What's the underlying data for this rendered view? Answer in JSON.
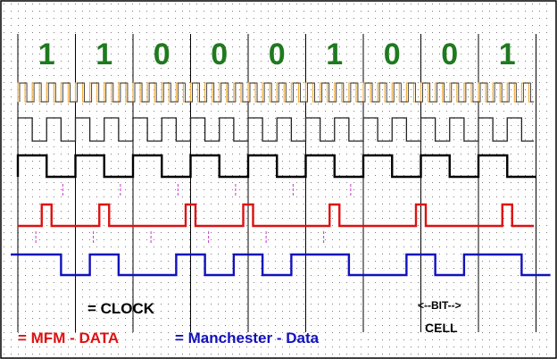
{
  "bits": [
    "1",
    "1",
    "0",
    "0",
    "0",
    "1",
    "0",
    "0",
    "1"
  ],
  "legend": {
    "clock": "= CLOCK",
    "mfm": "= MFM - DATA",
    "manchester": "= Manchester - Data",
    "bit_span": "<--BIT-->",
    "cell": "CELL"
  },
  "colors": {
    "bit_digits": "#1e7a1e",
    "fast_clock": "#f0b040",
    "clock": "#000000",
    "mfm": "#dd1111",
    "manchester": "#1111bb",
    "markers": "#cc33cc",
    "grid_dots": "#7a7a7a",
    "cell_lines": "#000000",
    "frame": "#000000"
  }
}
